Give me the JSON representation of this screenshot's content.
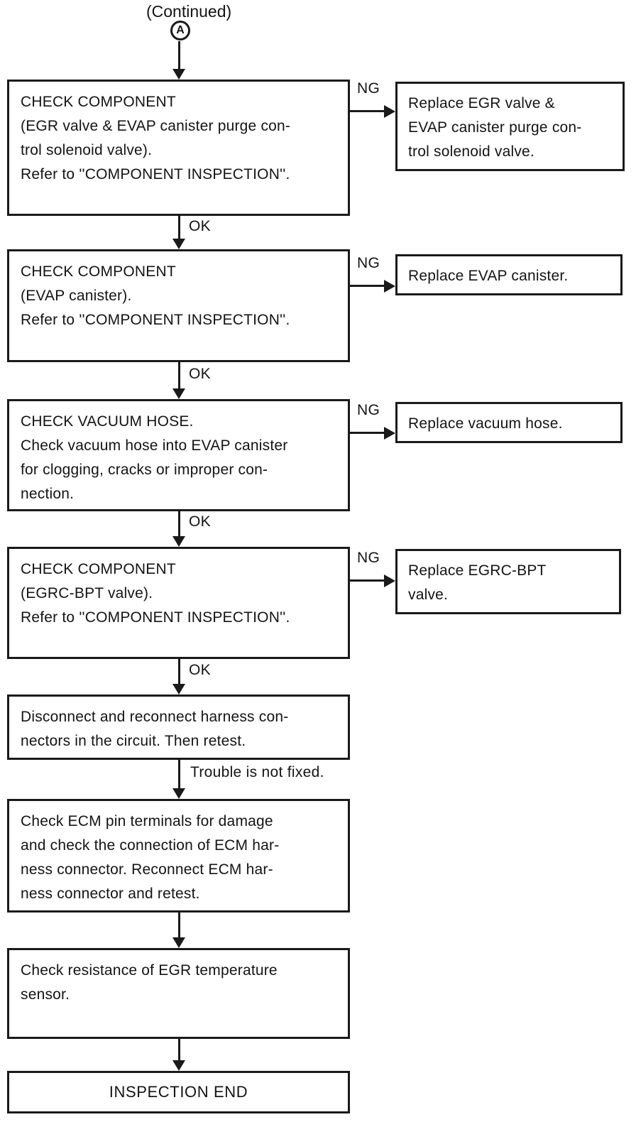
{
  "header": {
    "continued_label": "(Continued)",
    "connector_letter": "A"
  },
  "steps": [
    {
      "lines": [
        "CHECK COMPONENT",
        "(EGR valve & EVAP canister purge con-",
        "trol solenoid valve).",
        "Refer to ''COMPONENT INSPECTION''."
      ],
      "branch_label": "NG",
      "result_lines": [
        "Replace EGR valve &",
        "EVAP canister purge con-",
        "trol solenoid valve."
      ],
      "exit_label": "OK"
    },
    {
      "lines": [
        "CHECK COMPONENT",
        "(EVAP canister).",
        "Refer to ''COMPONENT INSPECTION''."
      ],
      "branch_label": "NG",
      "result_lines": [
        "Replace EVAP canister."
      ],
      "exit_label": "OK"
    },
    {
      "lines": [
        "CHECK VACUUM HOSE.",
        "Check vacuum hose into EVAP canister",
        "for clogging, cracks or improper con-",
        "nection."
      ],
      "branch_label": "NG",
      "result_lines": [
        "Replace vacuum hose."
      ],
      "exit_label": "OK"
    },
    {
      "lines": [
        "CHECK COMPONENT",
        "(EGRC-BPT valve).",
        "Refer to ''COMPONENT INSPECTION''."
      ],
      "branch_label": "NG",
      "result_lines": [
        "Replace EGRC-BPT",
        "valve."
      ],
      "exit_label": "OK"
    },
    {
      "lines": [
        "Disconnect and reconnect harness con-",
        "nectors in the circuit. Then retest."
      ],
      "exit_label": "Trouble is not fixed."
    },
    {
      "lines": [
        "Check ECM pin terminals for damage",
        "and check the connection of ECM har-",
        "ness connector. Reconnect ECM har-",
        "ness connector and retest."
      ]
    },
    {
      "lines": [
        "Check resistance of EGR temperature",
        "sensor."
      ]
    },
    {
      "lines": [
        "INSPECTION END"
      ]
    }
  ]
}
